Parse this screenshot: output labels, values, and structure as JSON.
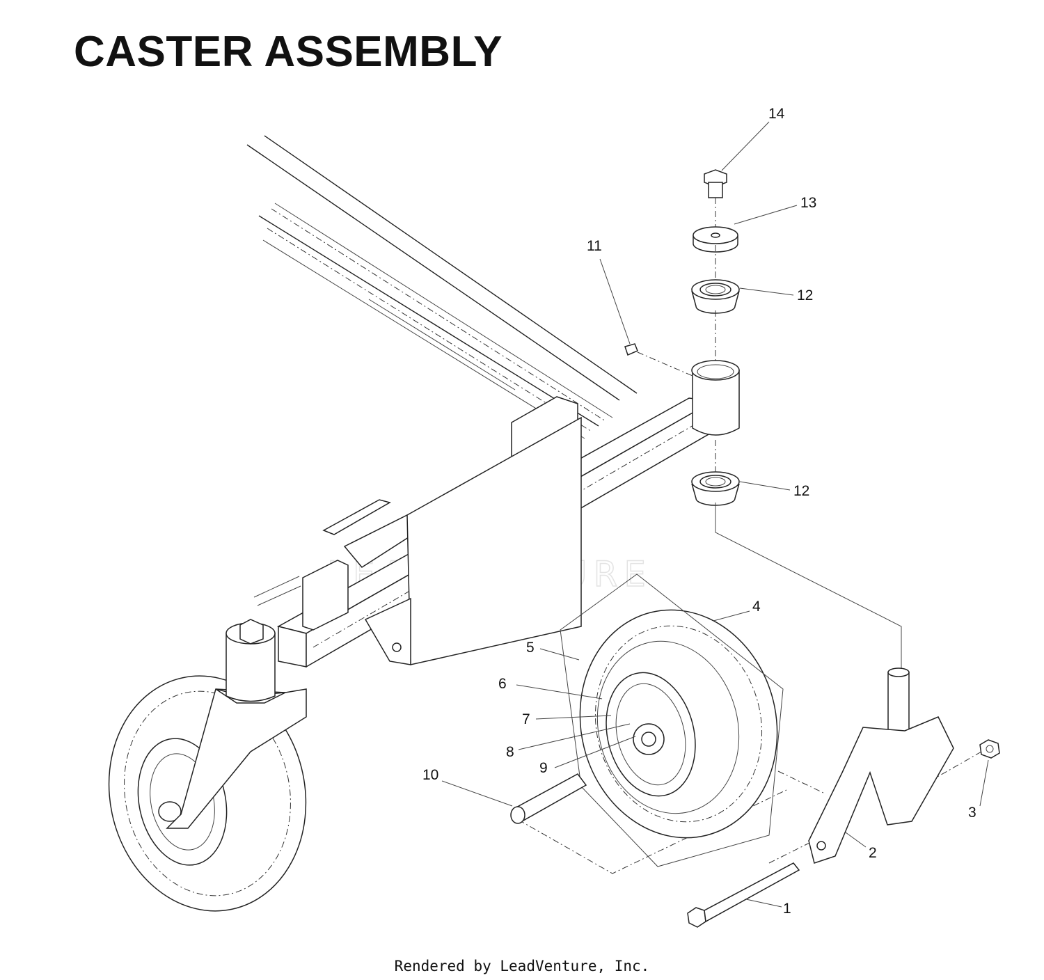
{
  "title": "CASTER ASSEMBLY",
  "footer": "Rendered by LeadVenture, Inc.",
  "watermark": "LEADVENTURE",
  "callouts": {
    "c1": "1",
    "c2": "2",
    "c3": "3",
    "c4": "4",
    "c5": "5",
    "c6": "6",
    "c7": "7",
    "c8": "8",
    "c9": "9",
    "c10": "10",
    "c11": "11",
    "c12a": "12",
    "c12b": "12",
    "c13": "13",
    "c14": "14"
  }
}
